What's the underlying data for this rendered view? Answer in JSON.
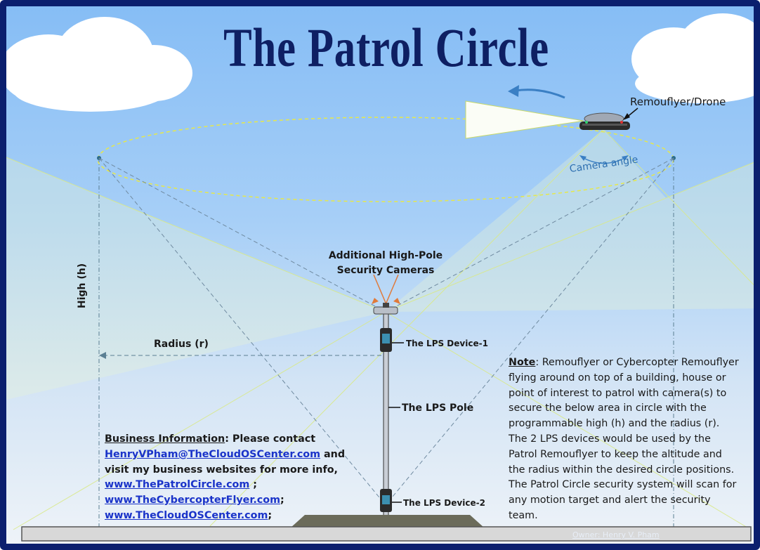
{
  "title": "The Patrol Circle",
  "labels": {
    "drone": "Remouflyer/Drone",
    "camera_angle": "Camera angle",
    "additional_cameras_line1": "Additional High-Pole",
    "additional_cameras_line2": "Security Cameras",
    "lps_device_1": "The LPS Device-1",
    "lps_device_2": "The LPS Device-2",
    "lps_pole": "The LPS Pole",
    "radius": "Radius (r)",
    "high": "High (h)"
  },
  "note": {
    "heading": "Note",
    "text": ": Remouflyer or Cybercopter Remouflyer flying around on top of a building, house or point of interest to patrol with camera(s) to secure the below area in circle with the programmable high (h) and the radius (r). The 2 LPS devices would be used by the Patrol Remouflyer to keep the altitude and the radius within the desired circle positions. The Patrol Circle security system will scan for any motion target and alert the security team."
  },
  "business": {
    "heading": "Business Information",
    "intro": ":  Please contact",
    "email": "HenryVPham@TheCloudOSCenter.com",
    "after_email": " and visit my business websites for more info,",
    "site1": "www.ThePatrolCircle.com",
    "site1_sep": " ;",
    "site2": "www.TheCybercopterFlyer.com",
    "site2_sep": ";",
    "site3": "www.TheCloudOSCenter.com",
    "site3_sep": ";"
  },
  "owner": "Owner: Henry V. Pham",
  "colors": {
    "border": "#0b1f6e",
    "title": "#0e1f63",
    "link": "#1a33c9",
    "beam": "#ffffff",
    "dashed_circle": "#e6e84a",
    "camera_angle": "#2d6fb0",
    "arrow": "#3a7fc4"
  },
  "icons": [
    "cloud-icon",
    "drone-icon",
    "curved-arrow-icon",
    "high-pole-camera-icon",
    "lps-device-icon"
  ]
}
